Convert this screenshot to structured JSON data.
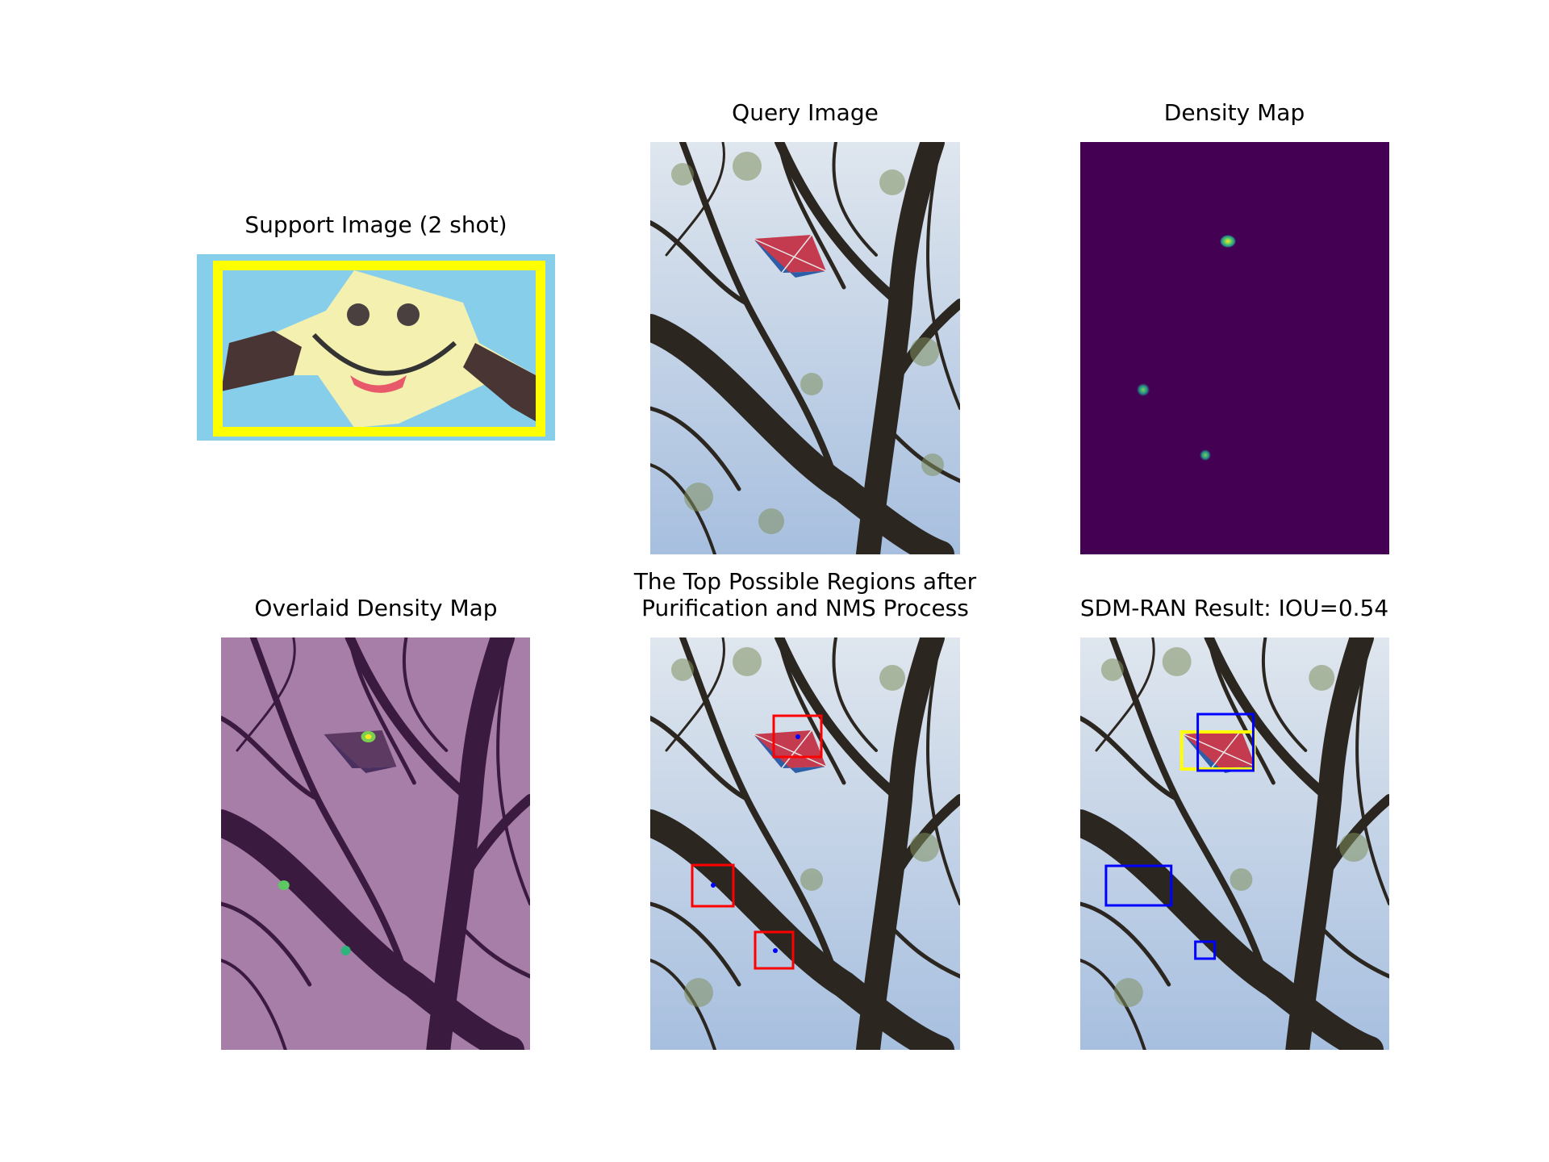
{
  "figure": {
    "panels": [
      {
        "title": "Support Image (2 shot)"
      },
      {
        "title": "Query Image"
      },
      {
        "title": "Density Map"
      },
      {
        "title": "Overlaid Density Map"
      },
      {
        "title_line1": "The Top Possible Regions after",
        "title_line2": "Purification and NMS Process"
      },
      {
        "title": "SDM-RAN Result: IOU=0.54"
      }
    ]
  },
  "colors": {
    "support_bbox": "#ffff00",
    "support_bg": "#87ceeb",
    "density_bg": "#440154",
    "density_peak_outer": "#21918c",
    "density_peak_inner": "#fde725",
    "overlay_tint": "#6b2f6f",
    "proposal_box": "#ff0000",
    "prediction_box": "#0000ff",
    "ground_truth_box": "#ffff00",
    "sky": "#b9cde6",
    "branches": "#2b2620",
    "kite_red": "#c43a4e",
    "kite_blue": "#2c5fa8"
  },
  "icons": {
    "support_image": "smiley-kite-image",
    "query_image": "tree-with-kite-photo"
  }
}
